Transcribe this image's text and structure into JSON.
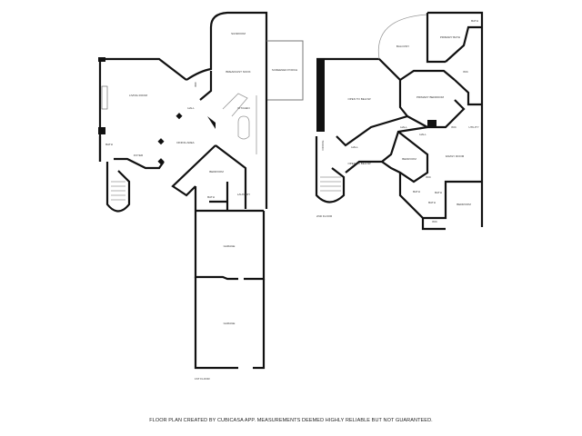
{
  "floors": [
    {
      "label": "1ST FLOOR",
      "rooms": [
        "SUNROOM",
        "BREAKFAST NOOK",
        "SCREENED PORCH",
        "LIVING ROOM",
        "HALL",
        "KITCHEN",
        "DINING AREA",
        "BATH",
        "FOYER",
        "BEDROOM",
        "BATH",
        "LAUNDRY",
        "GARAGE",
        "GARAGE",
        "WIC"
      ]
    },
    {
      "label": "2ND FLOOR",
      "rooms": [
        "BALCONY",
        "PRIMARY BATH",
        "BATH",
        "WIC",
        "OPEN TO BELOW",
        "PRIMARY BEDROOM",
        "HALL",
        "HALL",
        "HALL",
        "OFFICE",
        "OPEN TO BELOW",
        "BEDROOM",
        "FAMILY ROOM",
        "WIC",
        "UTILITY",
        "WIC",
        "BATH",
        "BATH",
        "BATH",
        "BEDROOM",
        "WIC"
      ]
    }
  ],
  "disclaimer": "FLOOR PLAN CREATED BY CUBICASA APP. MEASUREMENTS DEEMED HIGHLY RELIABLE BUT NOT GUARANTEED.",
  "colors": {
    "walls": "#111111",
    "background": "#ffffff"
  }
}
